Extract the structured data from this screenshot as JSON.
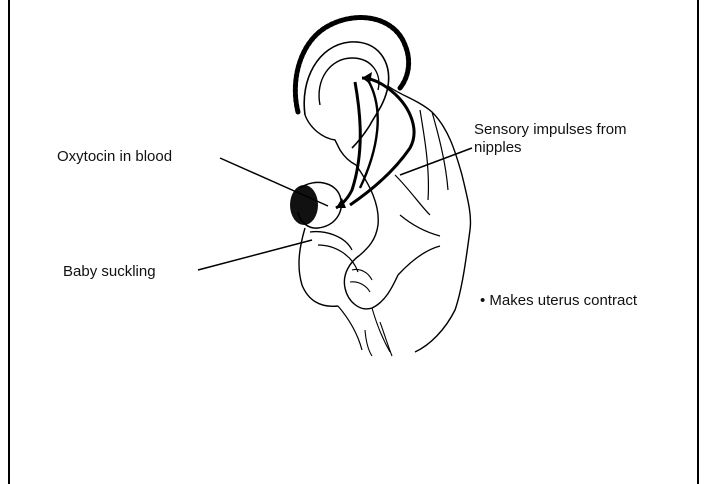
{
  "labels": {
    "oxytocin": "Oxytocin in blood",
    "suckling": "Baby suckling",
    "sensory_line1": "Sensory impulses from",
    "sensory_line2": "nipples",
    "uterus": "•  Makes uterus contract"
  },
  "colors": {
    "line": "#000000",
    "text": "#111111",
    "background": "#ffffff"
  }
}
